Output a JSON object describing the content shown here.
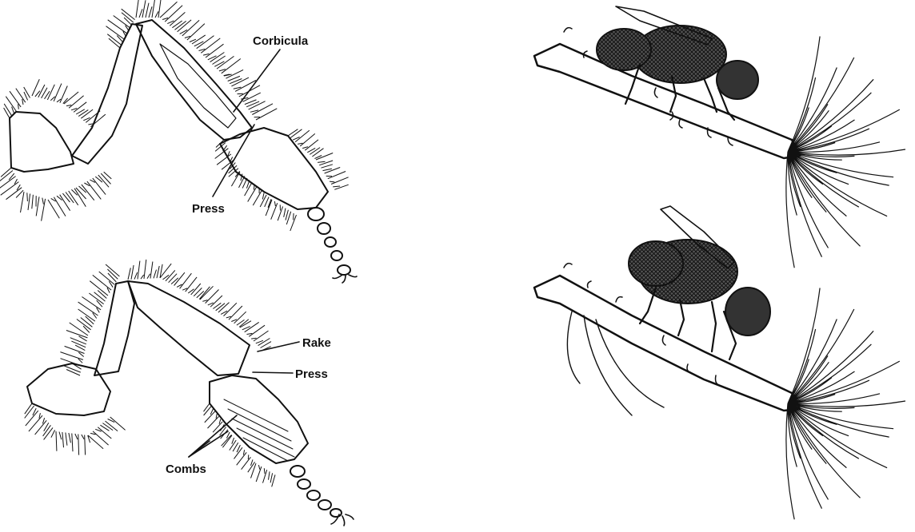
{
  "figure": {
    "panel_top_leg": {
      "labels": {
        "corbicula": "Corbicula",
        "press": "Press"
      }
    },
    "panel_bottom_leg": {
      "labels": {
        "rake": "Rake",
        "press": "Press",
        "combs": "Combs"
      }
    },
    "colors": {
      "ink": "#111111",
      "paper": "#ffffff"
    }
  }
}
